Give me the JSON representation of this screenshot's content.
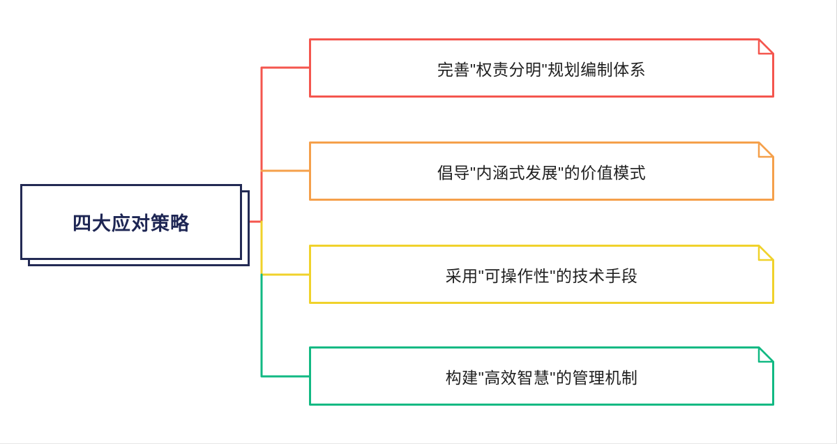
{
  "center": {
    "label": "四大应对策略",
    "color": "#232a54"
  },
  "branches": [
    {
      "label": "完善\"权责分明\"规划编制体系",
      "color": "#f4564e"
    },
    {
      "label": "倡导\"内涵式发展\"的价值模式",
      "color": "#f5a04b"
    },
    {
      "label": "采用\"可操作性\"的技术手段",
      "color": "#f0d22b"
    },
    {
      "label": "构建\"高效智慧\"的管理机制",
      "color": "#12b983"
    }
  ]
}
